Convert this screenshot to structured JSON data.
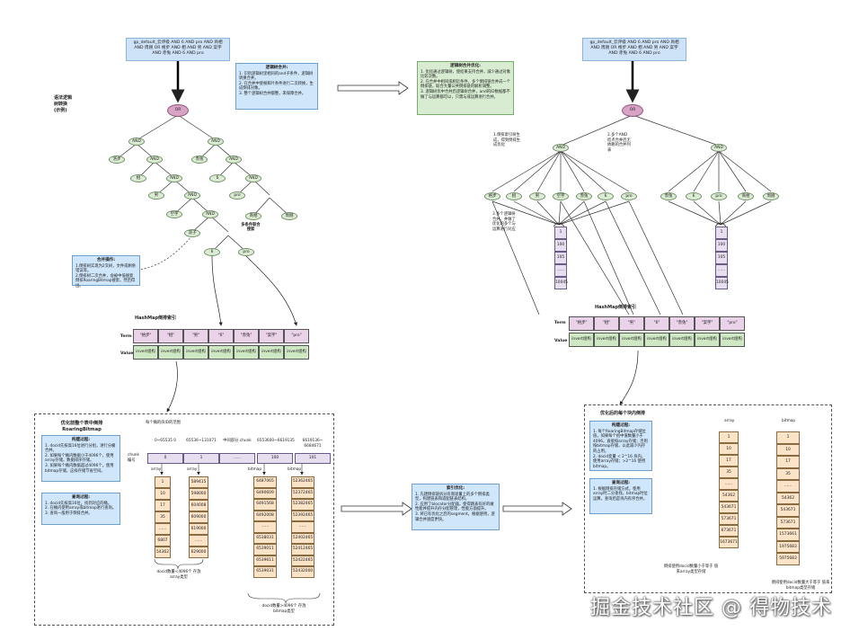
{
  "left": {
    "query": "gp_default_云评级 AND 6 AND pro AND 商相 AND 周刚 OR 格步 AND 相 AND 男 AND 案宇 AND 赤兔 AND 6 AND pro",
    "syntax_label": "语法逻辑树转换 (示例)",
    "merge_box": {
      "title": "逻辑树合并:",
      "lines": [
        "1. 识别逻辑树里相同的and子条件，逻辑树转换合并。",
        "2. 在合并中使根和叶条件进行二次转换，生成倒排对象。",
        "3. 整个逻辑树合并都整，来保障合并。"
      ]
    },
    "opt_box": {
      "title": "逻辑树合并优化:",
      "lines": [
        "1. 优化通过逻辑树，使结果支持合并，减少通过对象比较次数。",
        "2. 在合并中相同或相近条件，多个倒排链合并成一个倒排链，既合大量公共倒排链的解析调整。",
        "3. 逻辑树优中合并后逻辑树合并，and的ID数据都不做了与运算都可以，只需与或运算进行合并。"
      ]
    },
    "tree_nodes": [
      "OR",
      "AND",
      "AND",
      "洛步",
      "AND",
      "赤兔",
      "AND",
      "相",
      "AND",
      "6",
      "AND",
      "男",
      "AND",
      "pro",
      "商相",
      "周刚",
      "空宇",
      "AND",
      "双子",
      "6",
      "pro"
    ],
    "side_note": "多条件联合搜索",
    "ops_box": {
      "title": "合并操作:",
      "lines": [
        "1.倒排树实现为2叉树，文件或剩余错误等。",
        "2.倒排树二次合并，会被中低搜索倒排RoaringBitmap搜索，然后得出。"
      ]
    },
    "hashmap_title": "HashMap倒排索引",
    "term_label": "Term",
    "value_label": "Value",
    "terms": [
      "\"格步\"",
      "\"相\"",
      "\"男\"",
      "\"6\"",
      "\"赤兔\"",
      "\"案宇\"",
      "\"pro\""
    ],
    "values": [
      "invert组构",
      "invert组构",
      "invert组构",
      "invert组构",
      "invert组构",
      "invert组构",
      "invert组构"
    ]
  },
  "right": {
    "query": "gp_default_云评级 AND 6 AND pro AND 商相 AND 周刚 OR 格步 AND 相 AND 男 AND 案宇 AND 赤兔 AND 6 AND pro",
    "tree_nodes": [
      "OR",
      "AND",
      "AND",
      "格步",
      "相",
      "男",
      "空宇",
      "赤兔",
      "6",
      "pro",
      "赤兔",
      "6",
      "pro",
      "商相",
      "周刚"
    ],
    "note1": "1.倒排索引树生成，得到倒排生成优化",
    "note2": "2.多个AND结点合并后无依赖的合并列表",
    "note3": "3.多个逻辑树合并，并做了优化的多个与运算进行对应",
    "posting_left": [
      "1",
      "100",
      "105",
      "......",
      "10045"
    ],
    "posting_right": [
      "1",
      "100",
      "105",
      "......",
      "10045"
    ],
    "hashmap_title": "HashMap倒排索引",
    "term_label": "Term",
    "value_label": "Value",
    "terms": [
      "\"格步\"",
      "\"相\"",
      "\"男\"",
      "\"6\"",
      "\"赤兔\"",
      "\"案宇\"",
      "\"pro\""
    ],
    "values": [
      "invert组构",
      "invert组构",
      "invert组构",
      "invert组构",
      "invert组构",
      "invert组构",
      "invert组构"
    ]
  },
  "bottom_left": {
    "title_l1": "优化前整个表中倒排",
    "title_l2": "RoaringBitmap",
    "hdr_note": "每个桶的块ID的范围",
    "build_box": {
      "title": "构建过程:",
      "lines": [
        "1. docid先按高16位进行分组，进行分桶合并。",
        "2. 如果每个桶内数据小于4096个，使用array存储，数据排序存储。",
        "3. 如果每个桶内数据超过4096个，使用bitmap存储，这样存储节省空间。"
      ]
    },
    "query_box": {
      "title": "查询过程:",
      "lines": [
        "1. docid先按高16位，找到对应的桶。",
        "2. 在桶内使用array或bitmap进行查询。",
        "3. 查询一般用于倒排合并。"
      ]
    },
    "chunk_label": "chunk 编号",
    "ranges": [
      "0~65535 0",
      "65536~131071",
      "中间部分 chunk",
      "6553600~6619135",
      "6619136~ 6684671"
    ],
    "chunks": [
      "0",
      "1",
      "......",
      "100",
      "101"
    ],
    "array_label": "array",
    "bitmap_label": "bitmap",
    "array1": [
      "1",
      "10",
      "17",
      "35",
      "......",
      "6807",
      "54362"
    ],
    "array2": [
      "589415",
      "598000",
      "604008",
      "609000",
      "619000",
      "......",
      "629000"
    ],
    "bitmap1": [
      "6487065",
      "6490609",
      "6491568",
      "6492008",
      "......",
      "6538031",
      "6539011",
      "6539611",
      "6539031"
    ],
    "bitmap2": [
      "52362465",
      "52372465",
      "52382465",
      "52392465",
      "......",
      "52402465",
      "52412465",
      "52422465",
      "52432000"
    ],
    "note_array": "docid数量<4096个 存放array类型",
    "note_bitmap": "docid数量>4096个 存放bitmap类型"
  },
  "bottom_mid": {
    "box": {
      "title": "索引优化:",
      "lines": [
        "1. 先建倒排链拆分有限容量上的多个倒排类型，构建链表和适配链表结构。",
        "2. 应用了blocator分配器，使得跳表有好的做性能并提升内存分配管理，性能方面提升。",
        "3. 将已有优化之后的segment。根据使用，逻辑合并速度更快。"
      ]
    }
  },
  "bottom_right": {
    "title": "优化后的每个块内倒排",
    "box1": {
      "title": "构建过程:",
      "lines": [
        "1. 每个RoaringBitmap存储位值，如果每个组中值数量小于4096，直接按array存储；否则按bitmap存储，以此减少内存的占用。",
        "2. docid变量 < 2^16 块内，使用array存储；>2^16 使用bitmap。"
      ]
    },
    "box2": {
      "title": "查询过程:",
      "lines": [
        "1. 根据倒排存储方式，使用array时二分查找，bitmap时位运算，查询后是块内有序合并。"
      ]
    },
    "array_label": "array",
    "bitmap_label": "bitmap",
    "array": [
      "1",
      "10",
      "17",
      "35",
      "......",
      "54362",
      "543671",
      "573671",
      "673671",
      "1673671"
    ],
    "bitmap": [
      "1",
      "10",
      "17",
      "35",
      "......",
      "54362",
      "543671",
      "573671",
      "1573661",
      "1975683",
      "5975683"
    ],
    "note_array": "倒排使用docid数量小于等于 值来array类型存储",
    "note_bitmap": "倒排使用docid数量大于等于 值来bitmap类型存储"
  },
  "watermark": "掘金技术社区 @ 得物技术",
  "colors": {
    "node": "#d9a3c6",
    "term": "#ead2e8",
    "value": "#cfe8c4",
    "blue": "#cfe6fb",
    "green": "#d8ecd2",
    "orange": "#fbe3c8",
    "purple": "#e7dff0"
  }
}
